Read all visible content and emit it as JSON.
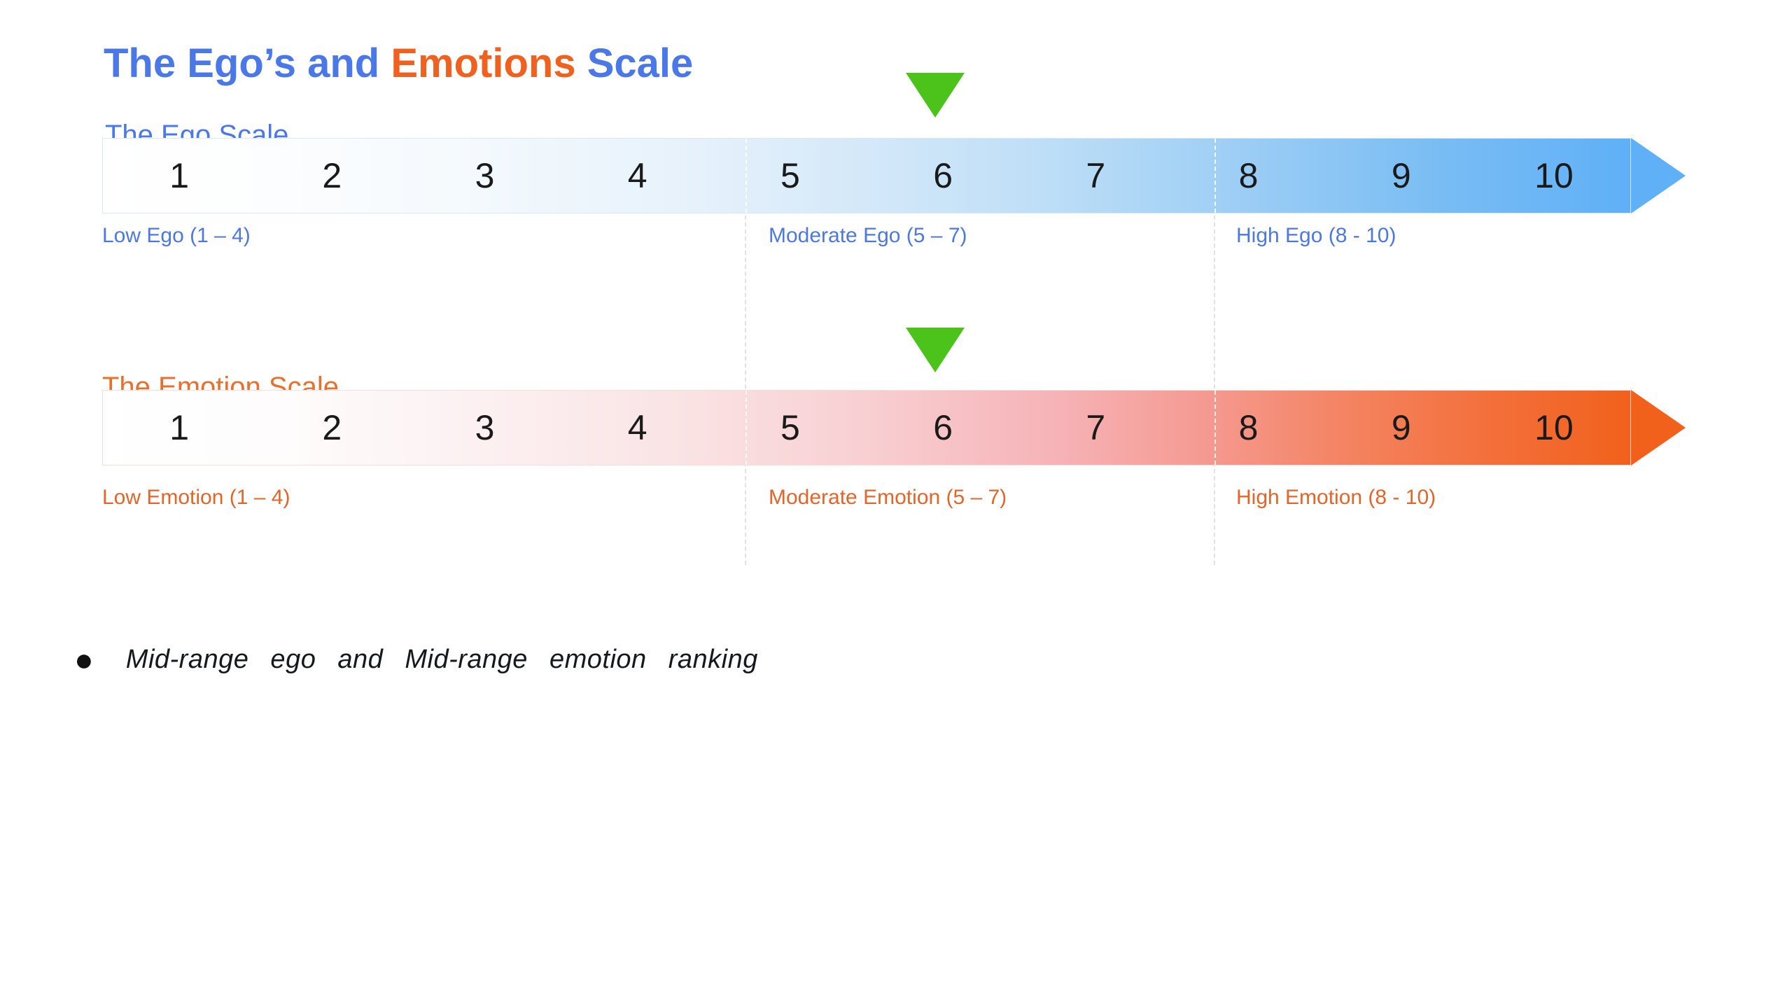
{
  "title": {
    "full_text": "The Ego’s and Emotions Scale",
    "segment_blue_1": "The Ego’s and ",
    "segment_orange": "Emotions",
    "segment_blue_2": " Scale"
  },
  "ego_scale": {
    "label": "The Ego Scale",
    "numbers": [
      "1",
      "2",
      "3",
      "4",
      "5",
      "6",
      "7",
      "8",
      "9",
      "10"
    ],
    "marker": {
      "shape": "down-triangle",
      "color": "#4cc31a",
      "points_at_value": 6
    },
    "ranges": [
      {
        "label": "Low Ego (1 – 4)"
      },
      {
        "label": "Moderate Ego (5 – 7)"
      },
      {
        "label": "High Ego (8 - 10)"
      }
    ]
  },
  "emotion_scale": {
    "label": "The Emotion Scale",
    "numbers": [
      "1",
      "2",
      "3",
      "4",
      "5",
      "6",
      "7",
      "8",
      "9",
      "10"
    ],
    "marker": {
      "shape": "down-triangle",
      "color": "#4cc31a",
      "points_at_value": 6
    },
    "ranges": [
      {
        "label": "Low Emotion (1 – 4)"
      },
      {
        "label": "Moderate Emotion (5 – 7)"
      },
      {
        "label": "High Emotion (8 - 10)"
      }
    ]
  },
  "note": {
    "bullet": "●",
    "text": "Mid-range ego and Mid-range emotion ranking"
  },
  "colors": {
    "title_blue": "#4a78e8",
    "title_orange": "#f0601e",
    "ego_bar_end": "#5fb0f7",
    "emotion_bar_end": "#f2611c",
    "marker_green": "#4cc31a",
    "range_label_blue": "#4d79da",
    "range_label_orange": "#e0662a",
    "number_text": "#1a1a1a"
  }
}
